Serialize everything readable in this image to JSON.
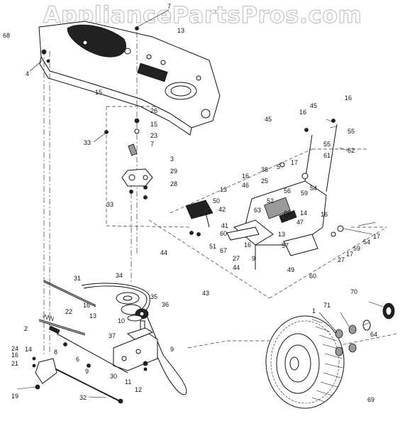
{
  "watermark": "AppliancePartsPros.com",
  "labels": [
    "1",
    "2",
    "3",
    "4",
    "5",
    "6",
    "7",
    "8",
    "9",
    "10",
    "11",
    "12",
    "13",
    "14",
    "15",
    "16",
    "17",
    "19",
    "21",
    "22",
    "23",
    "24",
    "25",
    "26",
    "27",
    "28",
    "29",
    "30",
    "31",
    "32",
    "33",
    "34",
    "35",
    "36",
    "37",
    "38",
    "41",
    "42",
    "43",
    "44",
    "45",
    "46",
    "47",
    "49",
    "50",
    "51",
    "52",
    "54",
    "55",
    "56",
    "57",
    "59",
    "60",
    "61",
    "62",
    "63",
    "64",
    "66",
    "67",
    "68",
    "69",
    "70",
    "71"
  ]
}
